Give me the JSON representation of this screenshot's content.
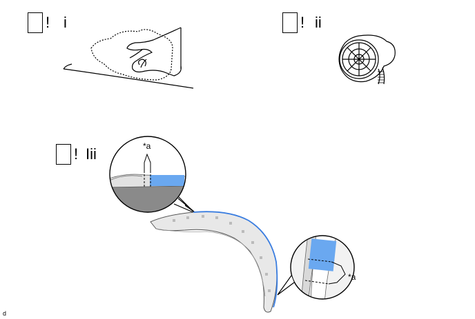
{
  "steps": [
    {
      "mark": "!",
      "label": "i"
    },
    {
      "mark": "!",
      "label": "ii"
    },
    {
      "mark": "!",
      "label": "Iii"
    }
  ],
  "callouts": {
    "top": "*a",
    "right": "*a"
  },
  "footer": "d",
  "colors": {
    "highlight": "#6aa8f0",
    "edge_blue": "#3a7de0",
    "gray_fill": "#8a8a8a",
    "light_gray": "#e2e2e2"
  }
}
